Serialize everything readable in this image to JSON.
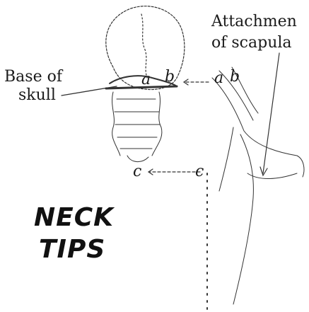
{
  "labels": {
    "base_of": "Base of",
    "skull": "skull",
    "attachment": "Attachmen",
    "of_scapula": "of scapula"
  },
  "title": {
    "line1": "NECK",
    "line2": "TIPS"
  },
  "markers": {
    "a": "a",
    "b": "b",
    "c": "c"
  }
}
